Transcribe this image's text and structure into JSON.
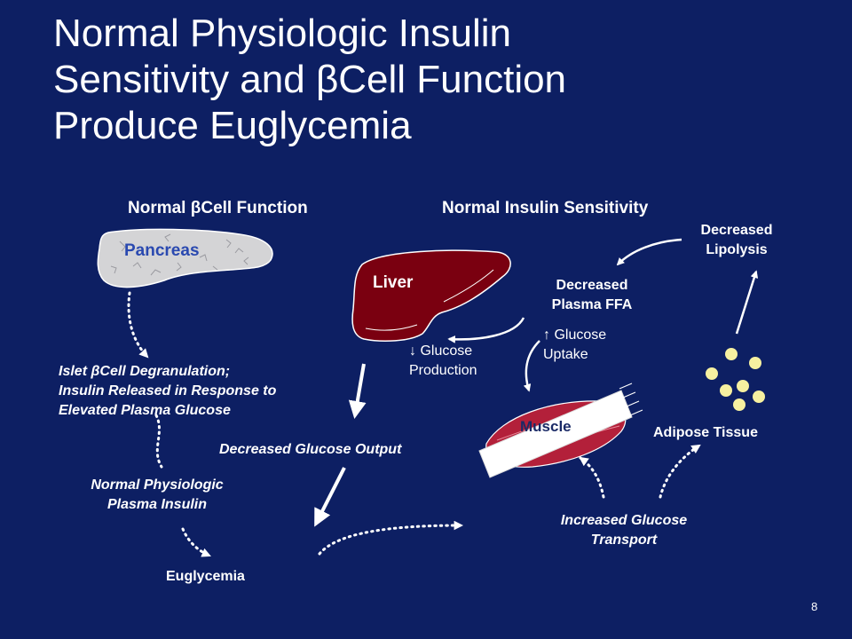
{
  "title": {
    "line1": "Normal Physiologic Insulin",
    "line2_pre": "Sensitivity and ",
    "beta": "β",
    "line2_post": "Cell Function",
    "line3": "Produce Euglycemia"
  },
  "headings": {
    "beta_cell_pre": "Normal ",
    "beta": "β",
    "beta_cell_post": "Cell Function",
    "insulin_sensitivity": "Normal Insulin Sensitivity"
  },
  "organs": {
    "pancreas": "Pancreas",
    "liver": "Liver",
    "muscle": "Muscle",
    "adipose": "Adipose Tissue"
  },
  "labels": {
    "islet_line1_pre": "Islet ",
    "beta": "β",
    "islet_line1_post": "Cell Degranulation;",
    "islet_line2": "Insulin Released in Response to",
    "islet_line3": "Elevated Plasma Glucose",
    "normal_insulin_line1": "Normal Physiologic",
    "normal_insulin_line2": "Plasma Insulin",
    "euglycemia": "Euglycemia",
    "decreased_glucose_output": "Decreased Glucose Output",
    "glucose_production_line1": "↓ Glucose",
    "glucose_production_line2": "Production",
    "glucose_uptake_line1": "↑ Glucose",
    "glucose_uptake_line2": "Uptake",
    "decreased_ffa_line1": "Decreased",
    "decreased_ffa_line2": "Plasma FFA",
    "decreased_lipolysis_line1": "Decreased",
    "decreased_lipolysis_line2": "Lipolysis",
    "increased_transport_line1": "Increased Glucose",
    "increased_transport_line2": "Transport"
  },
  "page_number": "8",
  "colors": {
    "background": "#0d1f63",
    "liver": "#7a0010",
    "pancreas": "#d4d4d6",
    "pancreas_label": "#2a49b0",
    "muscle": "#b3203a",
    "adipocyte": "#f6f0a0"
  }
}
